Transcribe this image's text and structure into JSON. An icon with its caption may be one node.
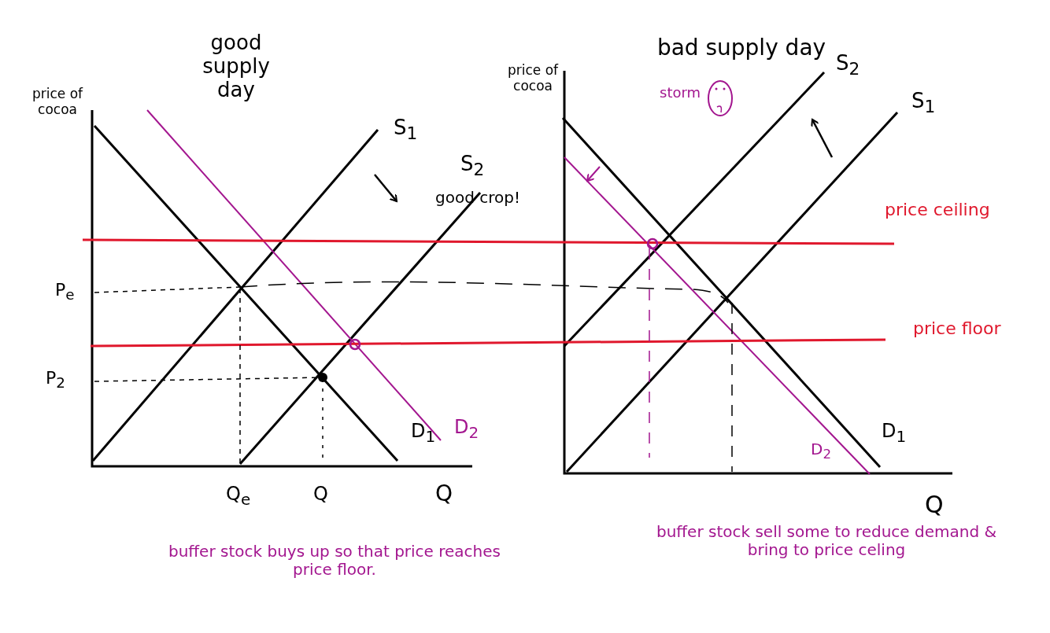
{
  "diagram": {
    "labels": [
      "good supply day",
      "bad supply day",
      "price of cocoa",
      "price of cocoa",
      "storm",
      "S$_{2}$",
      "S$_{1}$",
      "S$_{1}$",
      "S$_{2}$",
      "good crop!",
      "price ceiling",
      "P$_{e}$",
      "price floor",
      "P$_{2}$",
      "D$_{1}$",
      "D$_{2}$",
      "D$_{1}$",
      "D$_{2}$",
      "Q$_{e}$",
      "Q",
      "Q",
      "Q",
      "buffer stock sell some to reduce demand & bring to price celing",
      "buffer stock buys up so that price reaches price floor."
    ]
  }
}
